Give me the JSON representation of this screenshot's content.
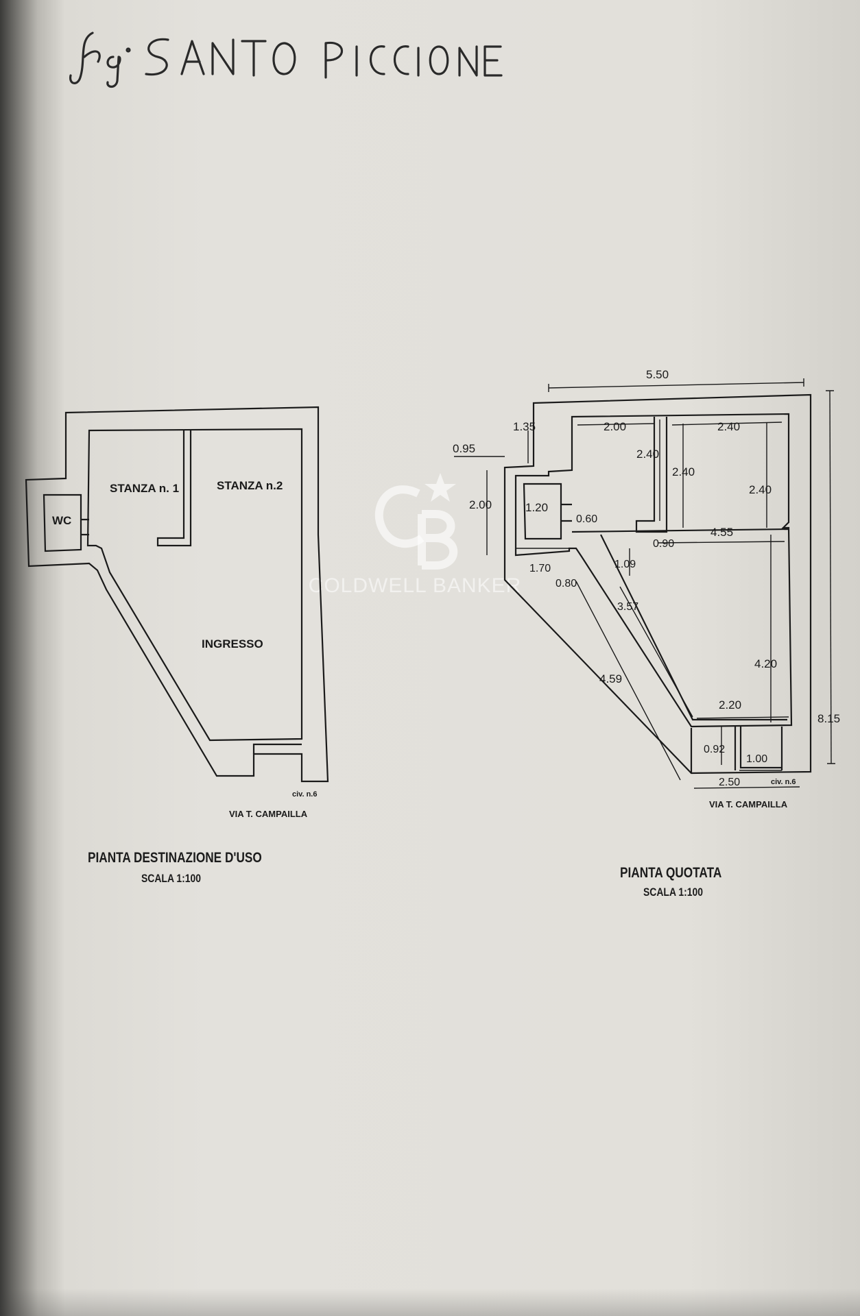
{
  "handwritten_note": "Sig. SANTO PICCIONE",
  "watermark": {
    "brand": "COLDWELL BANKER",
    "monogram": "CB"
  },
  "left_plan": {
    "rooms": {
      "wc": "WC",
      "stanza1": "STANZA n. 1",
      "stanza2": "STANZA n.2",
      "ingresso": "INGRESSO"
    },
    "civ": "civ. n.6",
    "street": "VIA T. CAMPAILLA",
    "title": "PIANTA DESTINAZIONE D'USO",
    "scale": "SCALA 1:100"
  },
  "right_plan": {
    "dimensions": {
      "overall_width": "5.50",
      "overall_height": "8.15",
      "top_left_offset": "1.35",
      "wc_width": "0.95",
      "wc_height": "2.00",
      "wc_inner": "1.20",
      "room1_width": "2.00",
      "room1_height": "2.40",
      "partition_height": "2.40",
      "room2_width": "2.40",
      "room2_height": "2.40",
      "wall_gap": "0.60",
      "door": "0.90",
      "hall_width": "4.55",
      "left_run": "1.70",
      "wall_thick": "0.80",
      "small_diag": "1.09",
      "diag_inner": "3.57",
      "diag_outer": "4.59",
      "hall_depth": "4.20",
      "bottom_inner": "2.20",
      "step_height": "0.92",
      "step_width": "1.00",
      "bottom_outer": "2.50"
    },
    "civ": "civ. n.6",
    "street": "VIA T. CAMPAILLA",
    "title": "PIANTA QUOTATA",
    "scale": "SCALA 1:100"
  },
  "colors": {
    "ink": "#1a1a1a",
    "paper": "#e2e0da"
  }
}
